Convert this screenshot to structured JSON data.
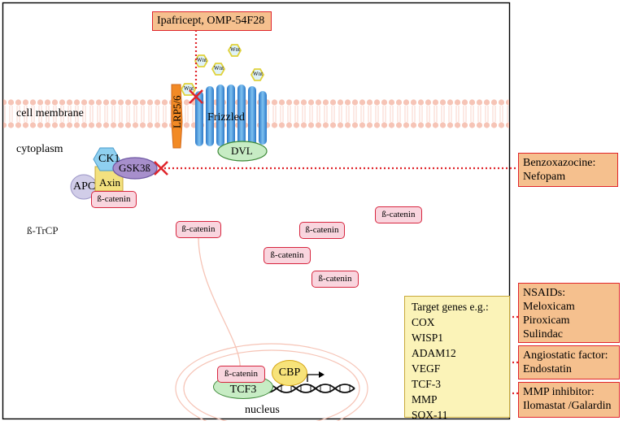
{
  "drugs": {
    "wnt_inhibitor": "Ipafricept, OMP-54F28",
    "gsk_inhibitor": [
      "Benzoxazocine:",
      "Nefopam"
    ],
    "nsaids": [
      "NSAIDs:",
      "Meloxicam",
      "Piroxicam",
      "Sulindac"
    ],
    "angiostatic": [
      "Angiostatic factor:",
      "Endostatin"
    ],
    "mmp_inhibitor": [
      "MMP inhibitor:",
      "Ilomastat /Galardin"
    ]
  },
  "labels": {
    "cell_membrane": "cell membrane",
    "cytoplasm": "cytoplasm",
    "nucleus": "nucleus",
    "btrcp": "ß-TrCP",
    "lrp": "LRP5/6",
    "frizzled": "Frizzled",
    "dvl": "DVL",
    "ck1": "CK1",
    "gsk3b": "GSK3ß",
    "apc": "APC",
    "axin": "Axin",
    "tcf3": "TCF3",
    "cbp": "CBP",
    "wnt": "Wnt",
    "beta_catenin": "ß-catenin"
  },
  "target_genes": {
    "title": "Target genes e.g.:",
    "genes": [
      "COX",
      "WISP1",
      "ADAM12",
      "VEGF",
      "TCF-3",
      "MMP",
      "SOX-11"
    ]
  },
  "colors": {
    "inhibitor_red": "#e0252b",
    "drug_fill": "#f5c08e",
    "membrane": "#f6c4b6",
    "frizzled_blue": "#3f8fd8",
    "lrp_orange": "#f28a25",
    "catenin_fill": "#f9d5de",
    "target_fill": "#fbf3b8"
  }
}
